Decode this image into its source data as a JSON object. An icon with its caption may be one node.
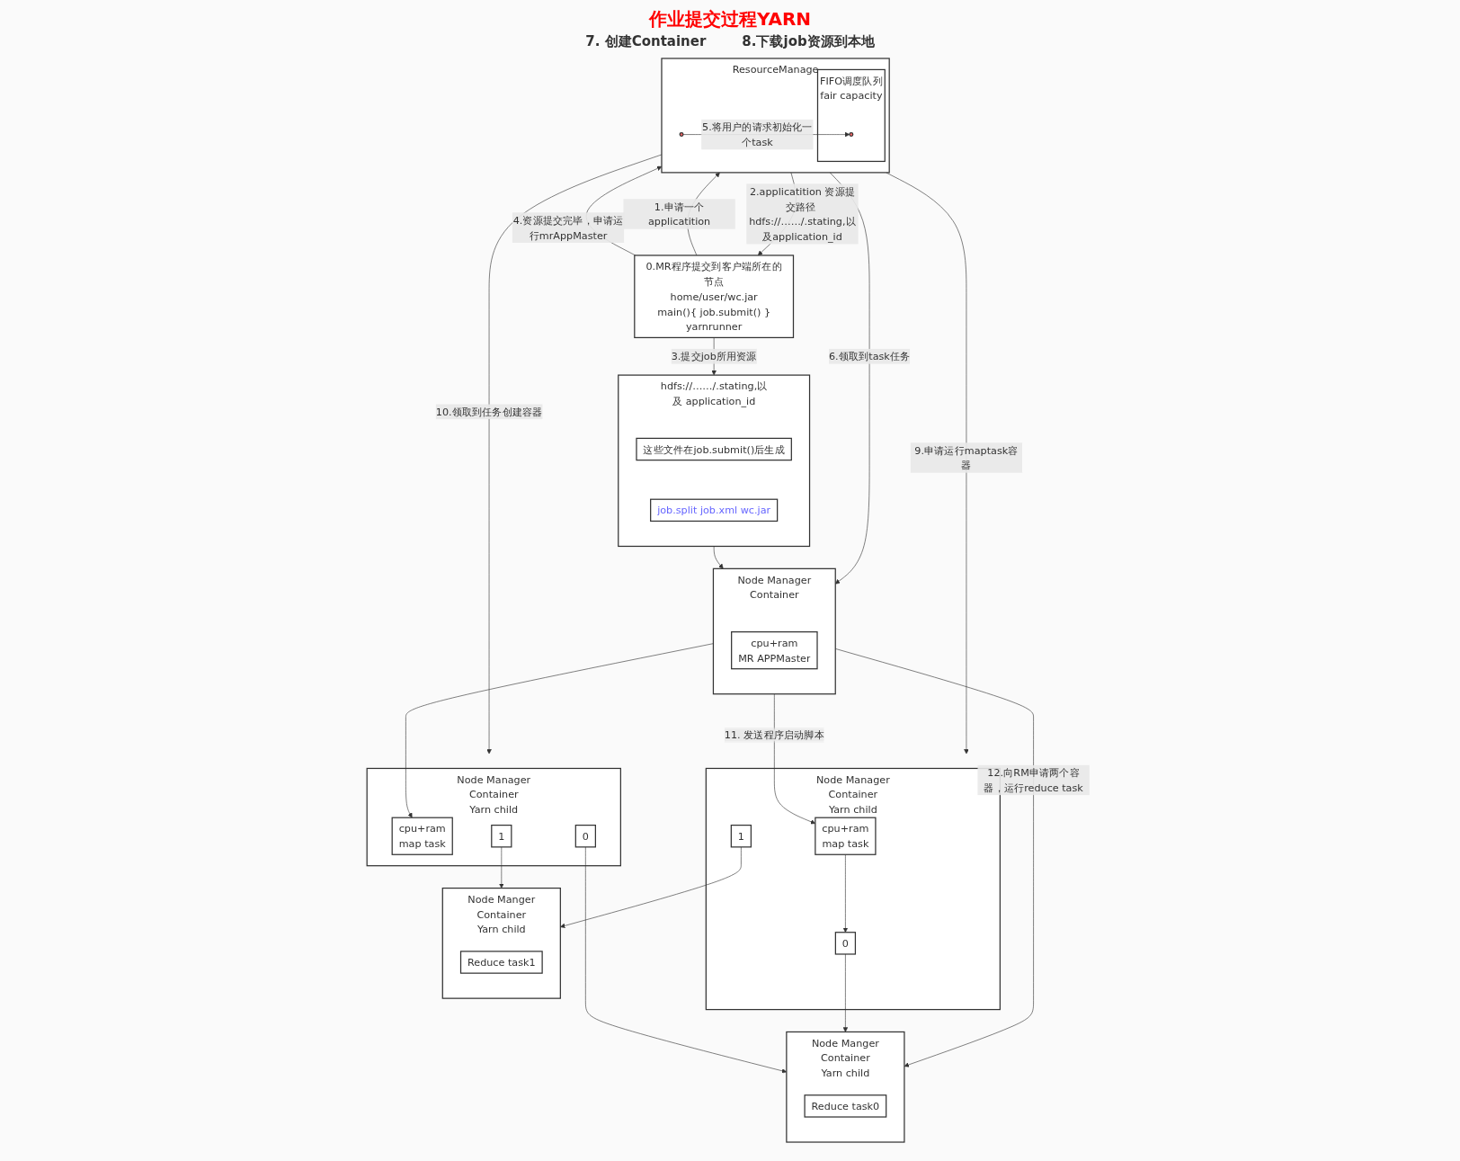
{
  "diagram": {
    "title": "作业提交过程YARN",
    "nodes": [
      {
        "text": [
          "0.MR程序提交到客户端所在的节点",
          "home/user/wc.jar",
          "main(){ job.submit() }",
          "yarnrunner"
        ]
      },
      {
        "text": [
          "ResourceManage"
        ]
      },
      {
        "text": [],
        "shape": "circle",
        "in": 1
      },
      {
        "text": [
          "FIFO调度队列"
        ],
        "beside": [
          "fair capacity"
        ],
        "in": 1
      },
      {
        "text": [],
        "shape": "circle",
        "in": 3
      },
      {
        "text": [
          "Node Manager",
          "Container"
        ]
      },
      {
        "text": [
          "cpu+ram",
          "MR APPMaster"
        ],
        "in": 5
      },
      {
        "text": [
          "Node Manager",
          "Container",
          "Yarn child"
        ]
      },
      {
        "text": [
          "cpu+ram",
          "map task"
        ],
        "in": 7
      },
      {
        "text": [
          "0"
        ],
        "in": 7
      },
      {
        "text": [
          "1"
        ],
        "in": 7
      },
      {
        "text": [
          "Node Manager",
          "Container",
          "Yarn child"
        ]
      },
      {
        "text": [
          "cpu+ram",
          "map task"
        ],
        "in": 11
      },
      {
        "text": [
          "0"
        ],
        "in": 11
      },
      {
        "text": [
          "1"
        ],
        "in": 11
      },
      {
        "text": [
          "Node Manger",
          "Container",
          "Yarn child"
        ]
      },
      {
        "text": [
          "Reduce task0"
        ],
        "in": 15
      },
      {
        "text": [
          "Node Manger",
          "Container",
          "Yarn child"
        ]
      },
      {
        "text": [
          "Reduce task1"
        ],
        "in": 17
      },
      {
        "text": [
          "hdfs://……/.stating,以及 application_id"
        ]
      },
      {
        "text": [
          "这些文件在job.submit()后生成"
        ],
        "in": 19
      },
      {
        "text": [
          "job.split job.xml wc.jar"
        ],
        "in": 19
      }
    ],
    "edges": [
      {
        "from": 0,
        "to": 1,
        "arrow": "to",
        "label": "1.申请一个applicatition"
      },
      {
        "from": 1,
        "to": 0,
        "arrow": "to",
        "label": "2.applicatition 资源提交路径 hdfs://……/.stating,以及application_id"
      },
      {
        "from": 0,
        "to": 19,
        "arrow": "to",
        "label": "3.提交job所用资源"
      },
      {
        "from": 0,
        "to": 1,
        "arrow": "to",
        "label": "4.资源提交完毕，申请运行mrAppMaster"
      },
      {
        "from": 2,
        "to": 4,
        "arrow": "to",
        "label": "5.将用户的请求初始化一个task"
      },
      {
        "from": 1,
        "to": 5,
        "arrow": "to",
        "label": "6.领取到task任务"
      },
      {
        "from": 19,
        "to": 5,
        "arrow": "to"
      },
      {
        "from": 1,
        "to": 7,
        "arrow": "to",
        "label": "9.申请运行maptask容器"
      },
      {
        "from": 1,
        "to": 11,
        "arrow": "to",
        "label": "10.领取到任务创建容器"
      },
      {
        "from": 5,
        "to": 8,
        "arrow": "to",
        "label": "11. 发送程序启动脚本"
      },
      {
        "from": 5,
        "to": 12,
        "arrow": "to"
      },
      {
        "from": 8,
        "to": 9,
        "arrow": "to"
      },
      {
        "from": 5,
        "to": 15,
        "arrow": "to",
        "label": "12.向RM申请两个容器，运行reduce task"
      },
      {
        "from": 9,
        "to": 15,
        "arrow": "to"
      },
      {
        "from": 13,
        "to": 15,
        "arrow": "to"
      },
      {
        "from": 10,
        "to": 17,
        "arrow": "to"
      },
      {
        "from": 14,
        "to": 17,
        "arrow": "to"
      }
    ],
    "labels": [
      "7. 创建Container",
      "8.下载job资源到本地"
    ]
  }
}
